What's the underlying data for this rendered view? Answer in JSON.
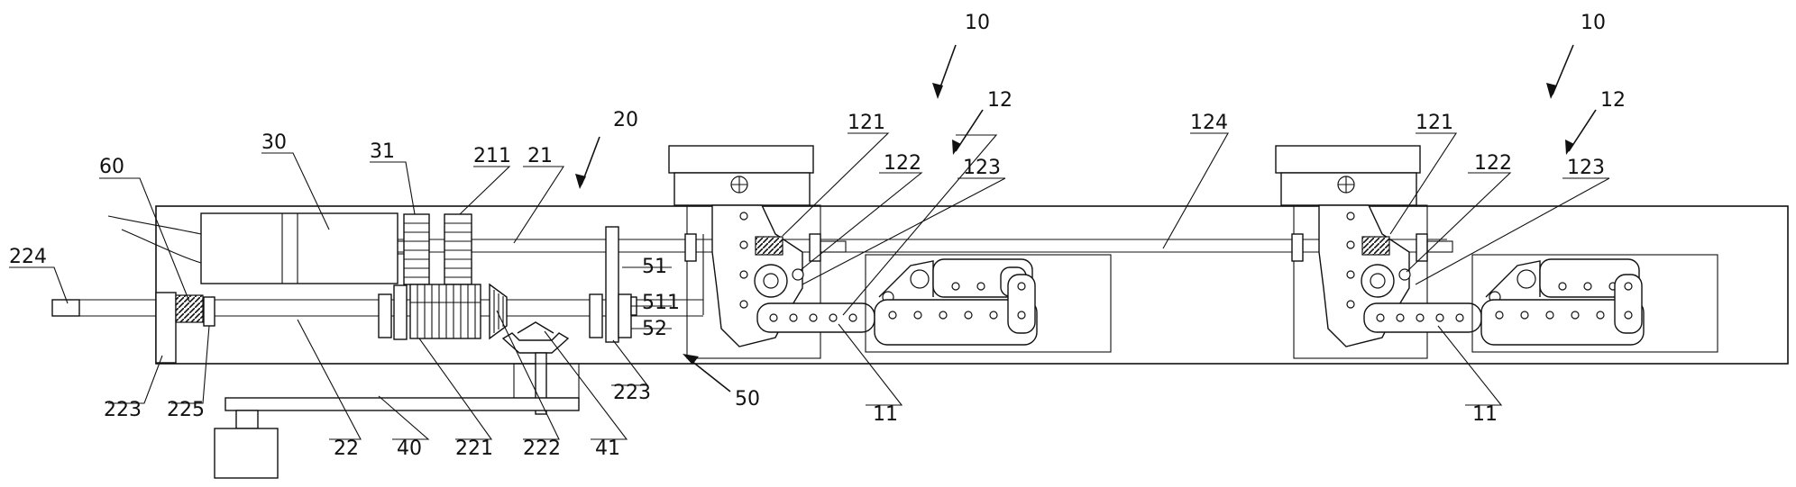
{
  "labels": {
    "l10a": "10",
    "l10b": "10",
    "l12a": "12",
    "l12b": "12",
    "l20": "20",
    "l21": "21",
    "l22": "22",
    "l30": "30",
    "l31": "31",
    "l40": "40",
    "l41": "41",
    "l50": "50",
    "l51": "51",
    "l52": "52",
    "l60": "60",
    "l11a": "11",
    "l11b": "11",
    "l121a": "121",
    "l121b": "121",
    "l122a": "122",
    "l122b": "122",
    "l123a": "123",
    "l123b": "123",
    "l124": "124",
    "l211": "211",
    "l221": "221",
    "l222": "222",
    "l223a": "223",
    "l223b": "223",
    "l224": "224",
    "l225": "225",
    "l511": "511"
  }
}
